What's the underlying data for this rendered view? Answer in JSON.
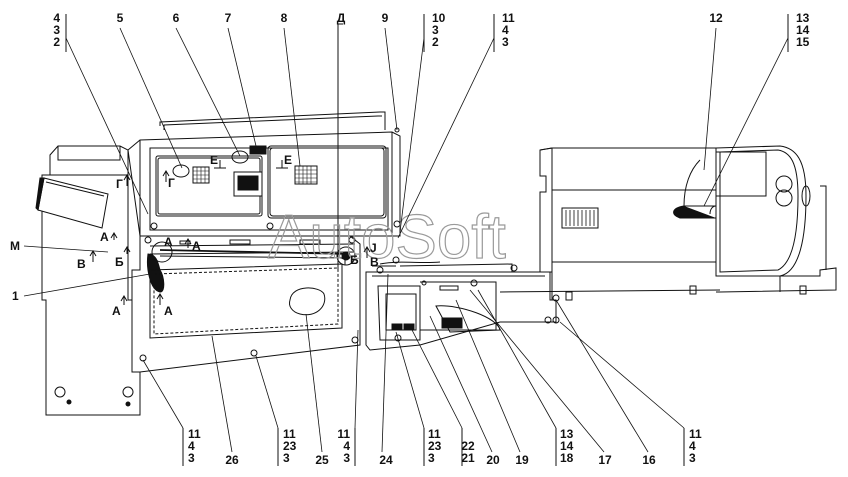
{
  "watermark": "AutoSoft",
  "callouts": {
    "top": [
      {
        "id": "top-4-3-2",
        "lines": [
          "4",
          "3",
          "2"
        ]
      },
      {
        "id": "top-5",
        "lines": [
          "5"
        ]
      },
      {
        "id": "top-6",
        "lines": [
          "6"
        ]
      },
      {
        "id": "top-7",
        "lines": [
          "7"
        ]
      },
      {
        "id": "top-8",
        "lines": [
          "8"
        ]
      },
      {
        "id": "top-D",
        "lines": [
          "Д"
        ]
      },
      {
        "id": "top-9",
        "lines": [
          "9"
        ]
      },
      {
        "id": "top-10-3-2",
        "lines": [
          "10",
          "3",
          "2"
        ]
      },
      {
        "id": "top-11-4-3",
        "lines": [
          "11",
          "4",
          "3"
        ]
      },
      {
        "id": "top-12",
        "lines": [
          "12"
        ]
      },
      {
        "id": "top-13-14-15",
        "lines": [
          "13",
          "14",
          "15"
        ]
      }
    ],
    "bottom": [
      {
        "id": "bot-11-4-3-a",
        "lines": [
          "11",
          "4",
          "3"
        ]
      },
      {
        "id": "bot-26",
        "lines": [
          "26"
        ]
      },
      {
        "id": "bot-11-23-3-a",
        "lines": [
          "11",
          "23",
          "3"
        ]
      },
      {
        "id": "bot-25",
        "lines": [
          "25"
        ]
      },
      {
        "id": "bot-11-4-3-b",
        "lines": [
          "11",
          "4",
          "3"
        ]
      },
      {
        "id": "bot-24",
        "lines": [
          "24"
        ]
      },
      {
        "id": "bot-11-23-3-b",
        "lines": [
          "11",
          "23",
          "3"
        ]
      },
      {
        "id": "bot-22-21",
        "lines": [
          "22",
          "21"
        ]
      },
      {
        "id": "bot-20",
        "lines": [
          "20"
        ]
      },
      {
        "id": "bot-19",
        "lines": [
          "19"
        ]
      },
      {
        "id": "bot-13-14-18",
        "lines": [
          "13",
          "14",
          "18"
        ]
      },
      {
        "id": "bot-17",
        "lines": [
          "17"
        ]
      },
      {
        "id": "bot-16",
        "lines": [
          "16"
        ]
      },
      {
        "id": "bot-11-4-3-c",
        "lines": [
          "11",
          "4",
          "3"
        ]
      }
    ],
    "side": [
      {
        "id": "side-M",
        "text": "М"
      },
      {
        "id": "side-1",
        "text": "1"
      }
    ]
  },
  "section_marks": {
    "G1": "Г",
    "G2": "Г",
    "E1": "Е",
    "E2": "Е",
    "A1": "А",
    "A2": "А",
    "A3": "А",
    "A4": "А",
    "A5": "А",
    "B1": "Б",
    "B2": "Б",
    "V1": "В",
    "V2": "В",
    "J": "J"
  }
}
